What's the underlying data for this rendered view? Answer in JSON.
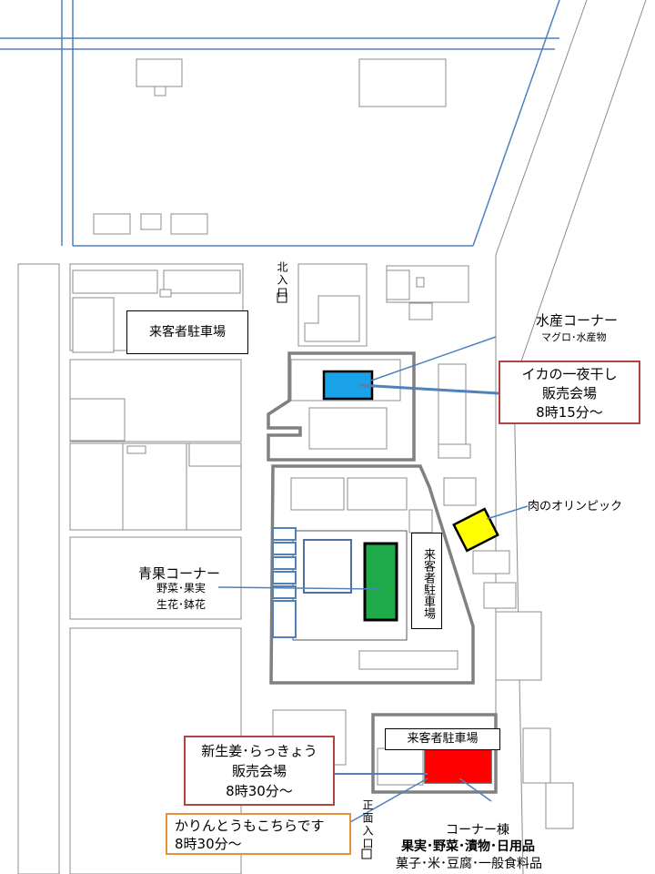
{
  "labels": {
    "north_entrance": "北入口",
    "front_entrance": "正面入口",
    "customer_parking_left": "来客者駐車場",
    "customer_parking_vertical": "来客者駐車場",
    "customer_parking_bottom": "来客者駐車場",
    "seafood_corner_title": "水産コーナー",
    "seafood_corner_sub": "マグロ･水産物",
    "squid_sale_line1": "イカの一夜干し",
    "squid_sale_line2": "販売会場",
    "squid_sale_line3": "8時15分～",
    "meat_shop": "肉のオリンピック",
    "produce_corner_title": "青果コーナー",
    "produce_corner_sub1": "野菜･果実",
    "produce_corner_sub2": "生花･鉢花",
    "ginger_sale_line1": "新生姜･らっきょう",
    "ginger_sale_line2": "販売会場",
    "ginger_sale_line3": "8時30分～",
    "karinto_line1": "かりんとうもこちらです",
    "karinto_line2": "8時30分～",
    "corner_building_title": "コーナー棟",
    "corner_building_sub1": "果実･野菜･漬物･日用品",
    "corner_building_sub2": "菓子･米･豆腐･一般食料品"
  },
  "colors": {
    "seafood_marker": "#1aa3e8",
    "meat_marker": "#ffff00",
    "produce_marker": "#1faa4a",
    "corner_building_marker": "#ff0000",
    "road_lines": "#4f81bd",
    "pointer_lines": "#4f81bd",
    "building_outline": "#808080"
  }
}
